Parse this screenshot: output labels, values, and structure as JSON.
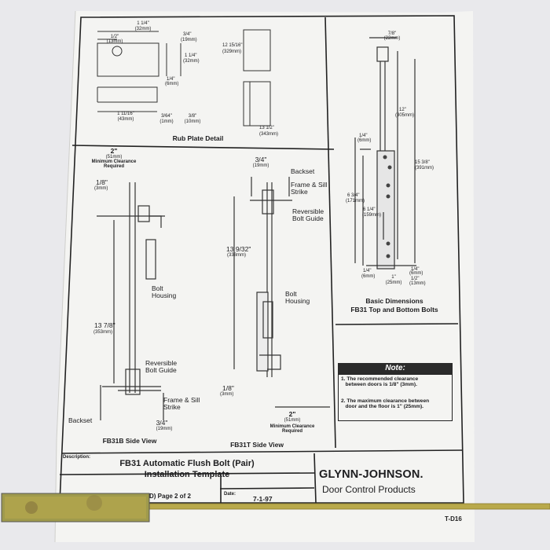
{
  "page": {
    "bg": "#e9e9ec",
    "paper": "#f4f4f2",
    "ink": "#1d1d1f",
    "rod_color": "#b9a94a"
  },
  "rub_plate": {
    "title": "Rub Plate Detail",
    "dims": {
      "w_top": "1 1/4\"",
      "w_top_mm": "(32mm)",
      "w_half": "1/2\"",
      "w_half_mm": "(13mm)",
      "r34": "3/4\"",
      "r34_mm": "(19mm)",
      "h114": "1 1/4\"",
      "h114_mm": "(32mm)",
      "q14": "1/4\"",
      "q14_mm": "(6mm)",
      "l11116": "1 11/16\"",
      "l11116_mm": "(43mm)",
      "t364": "3/64\"",
      "t364_mm": "(1mm)",
      "t38": "3/8\"",
      "t38_mm": "(10mm)",
      "bolt_a": "12 15/16\"",
      "bolt_a_mm": "(329mm)",
      "bolt_b": "13 1/2\"",
      "bolt_b_mm": "(343mm)"
    }
  },
  "basic_dims": {
    "title1": "Basic Dimensions",
    "title2": "FB31 Top and Bottom Bolts",
    "top": "7/8\"",
    "top_mm": "(22mm)",
    "d12": "12\"",
    "d12_mm": "(305mm)",
    "d15": "15 3/8\"",
    "d15_mm": "(391mm)",
    "d14": "1/4\"",
    "d14_mm": "(6mm)",
    "d634": "6 3/4\"",
    "d634_mm": "(171mm)",
    "d614": "6 1/4\"",
    "d614_mm": "(159mm)",
    "b14": "1/4\"",
    "b14_mm": "(6mm)",
    "b1": "1\"",
    "b1_mm": "(25mm)",
    "br14": "1/4\"",
    "br14_mm": "(6mm)",
    "br12": "1/2\"",
    "br12_mm": "(13mm)"
  },
  "fb31b": {
    "min_clear": "2\"",
    "min_clear_mm": "(51mm)",
    "min_clear_label": "Minimum Clearance\nRequired",
    "eighth": "1/8\"",
    "eighth_mm": "(3mm)",
    "bolt_housing": "Bolt\nHousing",
    "len": "13 7/8\"",
    "len_mm": "(353mm)",
    "rev_guide": "Reversible\nBolt Guide",
    "frame_sill": "Frame & Sill\nStrike",
    "backset": "Backset",
    "three_q": "3/4\"",
    "three_q_mm": "(19mm)",
    "caption": "FB31B Side View"
  },
  "fb31t": {
    "three_q": "3/4\"",
    "three_q_mm": "(19mm)",
    "backset": "Backset",
    "frame_sill": "Frame & Sill\nStrike",
    "rev_guide": "Reversible\nBolt Guide",
    "len": "13 9/32\"",
    "len_mm": "(338mm)",
    "bolt_housing": "Bolt\nHousing",
    "eighth": "1/8\"",
    "eighth_mm": "(3mm)",
    "min_clear": "2\"",
    "min_clear_mm": "(51mm)",
    "min_clear_label": "Minimum Clearance\nRequired",
    "caption": "FB31T Side View"
  },
  "note": {
    "head": "Note:",
    "n1": "1. The recommended clearance\n   between doors is 1/8\" (3mm).",
    "n2": "2. The maximum clearance between\n   door and the floor is 1\" (25mm)."
  },
  "title_block": {
    "desc_label": "Description:",
    "desc1": "FB31 Automatic Flush Bolt (Pair)",
    "desc2": "Installation Template",
    "brand": "GLYNN-JOHNSON.",
    "brand_sub": "Door Control Products",
    "page_frag": "D)   Page 2 of 2",
    "date_label": "Date:",
    "date": "7-1-97",
    "code": "T-D16"
  }
}
